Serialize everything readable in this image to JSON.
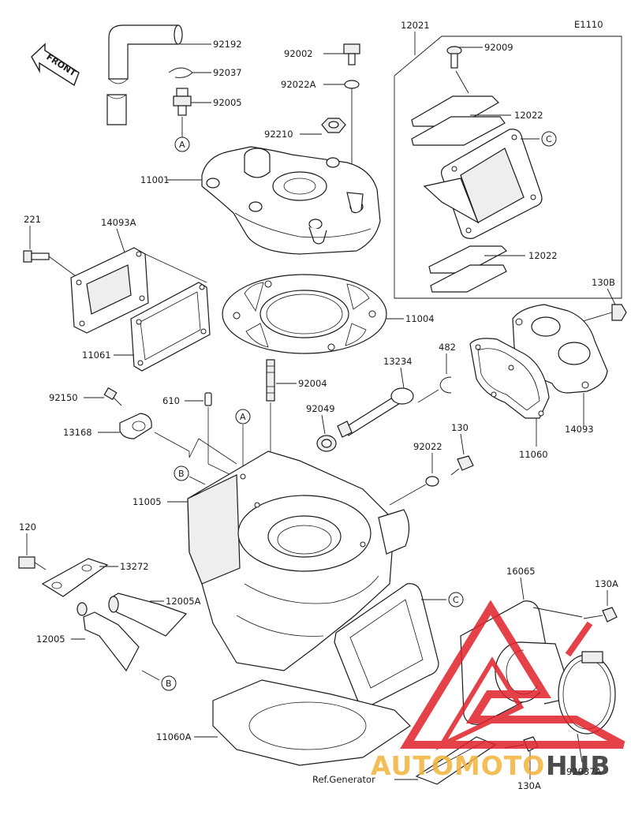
{
  "diagram_code": "E1110",
  "front_label": "FRONT",
  "callouts": {
    "c92192": "92192",
    "c92037": "92037",
    "c92005": "92005",
    "c92002": "92002",
    "c92022A": "92022A",
    "c92210": "92210",
    "c11001": "11001",
    "c12021": "12021",
    "c92009": "92009",
    "c12022a": "12022",
    "c12022b": "12022",
    "c221": "221",
    "c14093A": "14093A",
    "c11061": "11061",
    "c11004": "11004",
    "c130B": "130B",
    "c482": "482",
    "c13234": "13234",
    "c92004": "92004",
    "c92150": "92150",
    "c610": "610",
    "c13168": "13168",
    "c92049": "92049",
    "c130": "130",
    "c14093": "14093",
    "c11060": "11060",
    "c92022": "92022",
    "c11005": "11005",
    "c120": "120",
    "c13272": "13272",
    "c12005A": "12005A",
    "c12005": "12005",
    "c16065": "16065",
    "c130A_top": "130A",
    "c11060A": "11060A",
    "c92037A": "92037A",
    "c130A_bot": "130A",
    "ref_generator": "Ref.Generator"
  },
  "ref_marks": {
    "A_top": "A",
    "C_top": "C",
    "A_mid": "A",
    "B_left": "B",
    "C_mid": "C",
    "B_bot": "B"
  },
  "watermark": {
    "part1": "AUTOMOTO",
    "part2": "HUB",
    "accent": "#e0202a",
    "yellow": "#f2b23c"
  }
}
